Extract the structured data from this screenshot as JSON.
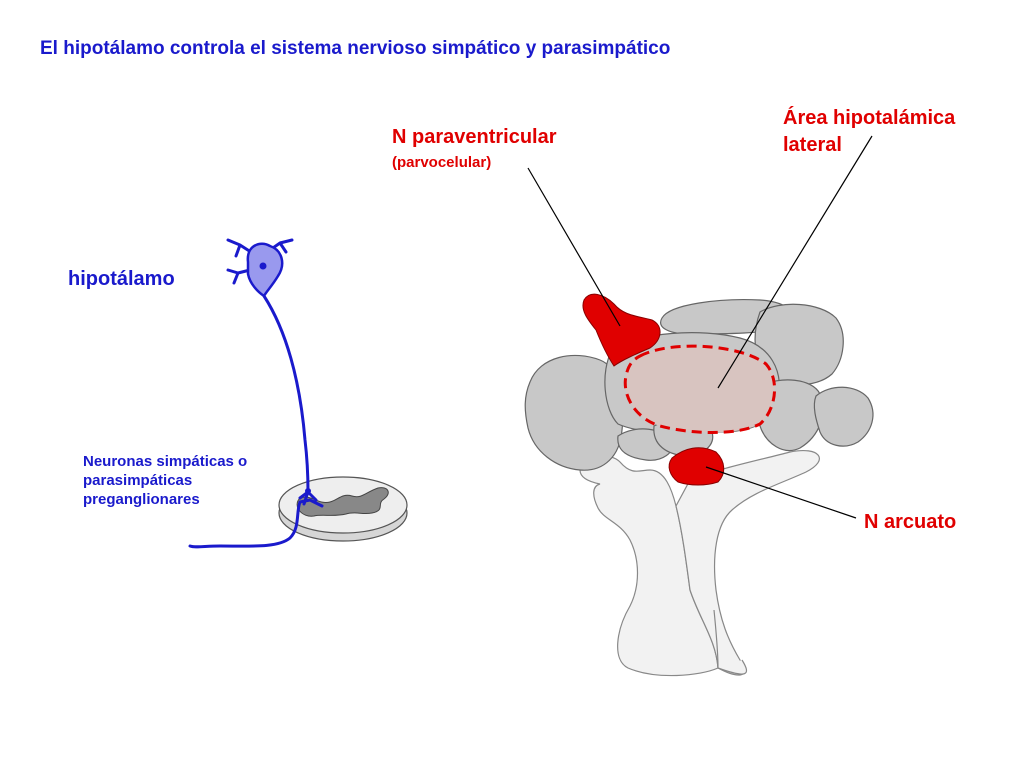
{
  "title": "El hipotálamo controla el sistema nervioso simpático y parasimpático",
  "labels": {
    "hipotalamo": "hipotálamo",
    "neuronas_line1": "Neuronas simpáticas o",
    "neuronas_line2": "parasimpáticas",
    "neuronas_line3": "preganglionares",
    "paraventricular": "N paraventricular",
    "parvocelular": "(parvocelular)",
    "area_lateral_line1": "Área hipotalámica",
    "area_lateral_line2": "lateral",
    "arcuato": "N arcuato"
  },
  "colors": {
    "title": "#1a1acc",
    "neuron": "#1a1acc",
    "neuron_body": "#9999ee",
    "nucleus": "#e00000",
    "brain_fill": "#c8c8c8",
    "brainstem_fill": "#f2f2f2"
  }
}
